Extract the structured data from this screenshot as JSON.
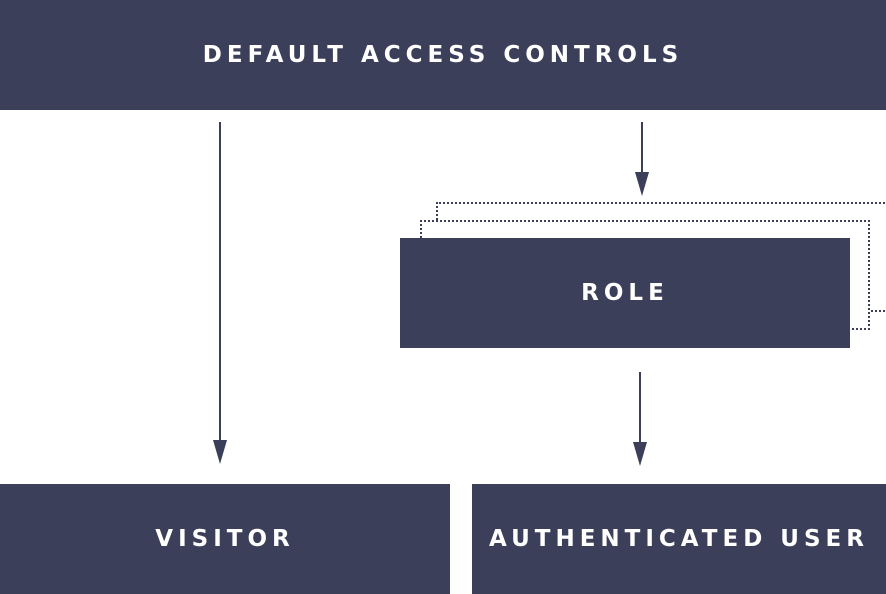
{
  "diagram": {
    "header": "DEFAULT ACCESS CONTROLS",
    "role": "ROLE",
    "visitor": "VISITOR",
    "authenticated_user": "AUTHENTICATED USER"
  },
  "colors": {
    "box_fill": "#3c3f5a",
    "box_text": "#ffffff",
    "arrow": "#3c3f5a"
  }
}
